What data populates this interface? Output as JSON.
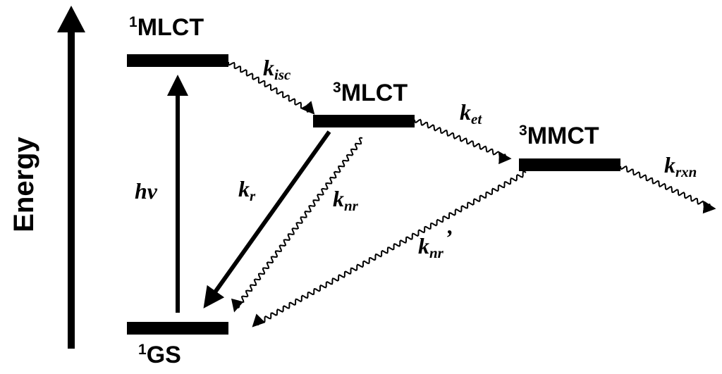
{
  "axis": {
    "label": "Energy"
  },
  "states": {
    "s1mlct": {
      "sup": "1",
      "name": "MLCT"
    },
    "s3mlct": {
      "sup": "3",
      "name": "MLCT"
    },
    "s3mmct": {
      "sup": "3",
      "name": "MMCT"
    },
    "sgs": {
      "sup": "1",
      "name": "GS"
    }
  },
  "rates": {
    "hv": "hv",
    "kisc": {
      "k": "k",
      "sub": "isc"
    },
    "ket": {
      "k": "k",
      "sub": "et"
    },
    "krxn": {
      "k": "k",
      "sub": "rxn"
    },
    "kr": {
      "k": "k",
      "sub": "r"
    },
    "knr": {
      "k": "k",
      "sub": "nr"
    },
    "knr2": {
      "k": "k",
      "sub": "nr",
      "prime": "’"
    }
  }
}
